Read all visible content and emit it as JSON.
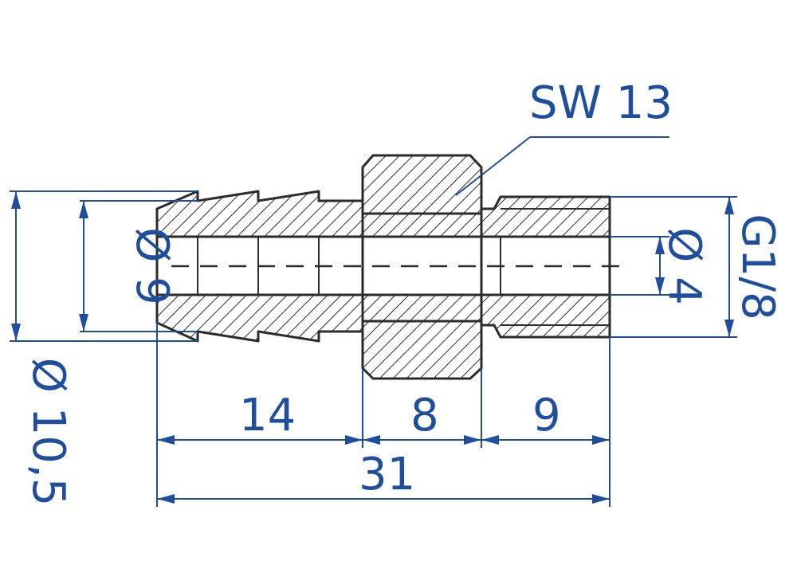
{
  "labels": {
    "wrench_size": "SW 13",
    "thread": "G1/8",
    "bore_right": "Ø 4",
    "bore_left": "Ø 9",
    "outer_dia": "Ø 10,5",
    "len_barb": "14",
    "len_hex": "8",
    "len_thread": "9",
    "len_total": "31"
  },
  "colors": {
    "dimension": "#1f4e9c",
    "outline": "#2b2b2b"
  }
}
